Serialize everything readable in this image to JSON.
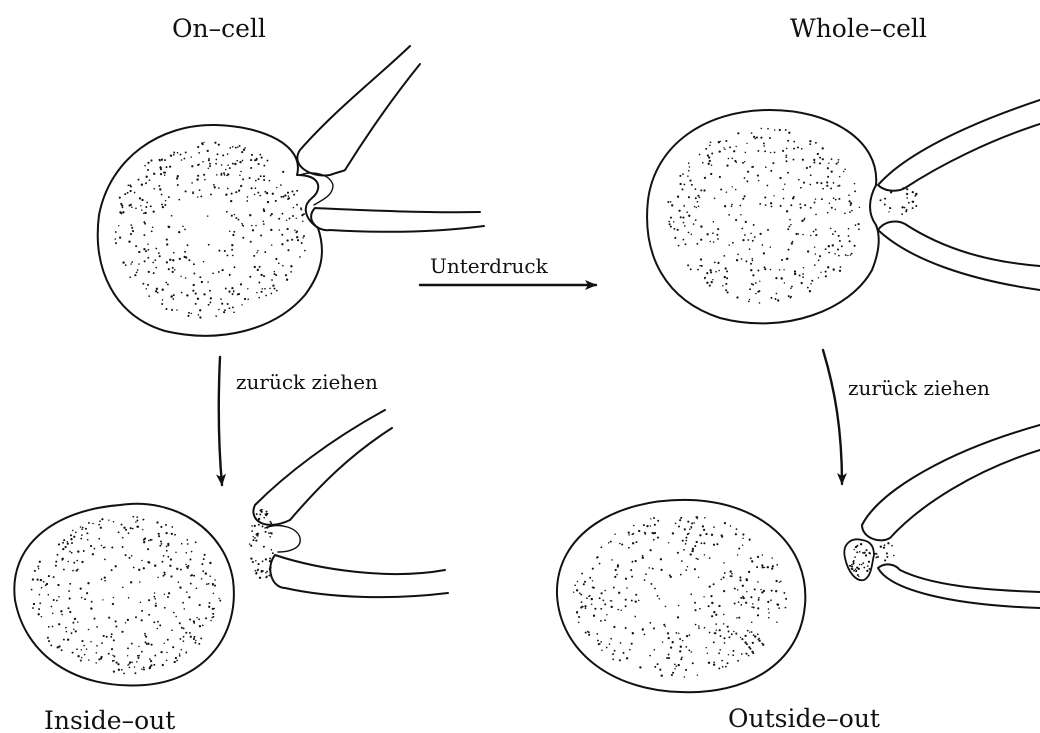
{
  "labels": {
    "on_cell": "On–cell",
    "whole_cell": "Whole–cell",
    "unterdruck": "Unterdruck",
    "zurueck_left": "zurück ziehen",
    "zurueck_right": "zurück ziehen",
    "inside_out": "Inside–out",
    "outside_out": "Outside–out"
  },
  "colors": {
    "ink": "#111111",
    "paper": "#ffffff"
  }
}
